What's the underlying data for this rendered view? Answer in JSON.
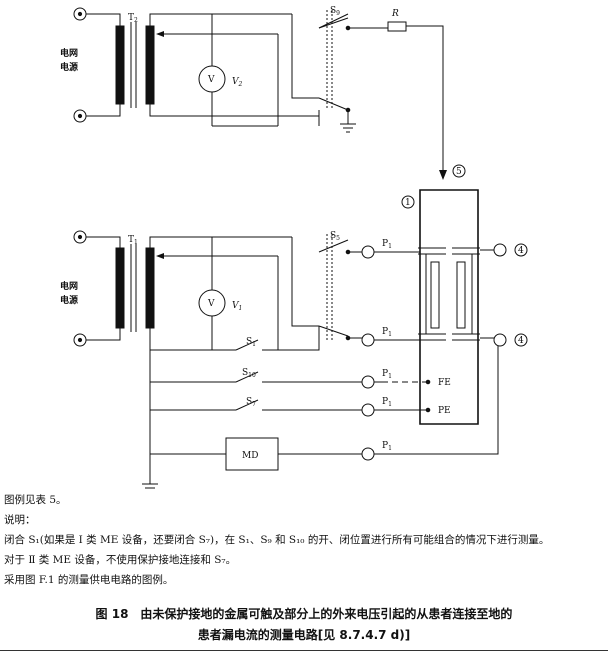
{
  "labels": {
    "t2": "T",
    "t2_sub": "2",
    "t1": "T",
    "t1_sub": "1",
    "v2": "V",
    "v2_sub": "2",
    "v1": "V",
    "v1_sub": "1",
    "meter": "V",
    "s9": "S",
    "s9_sub": "9",
    "s5": "S",
    "s5_sub": "5",
    "s1": "S",
    "s1_sub": "1",
    "s10": "S",
    "s10_sub": "10",
    "s7": "S",
    "s7_sub": "7",
    "r": "R",
    "p1": "P",
    "p1_sub": "1",
    "fe": "FE",
    "pe": "PE",
    "md": "MD",
    "grid_line1": "电网",
    "grid_line2": "电源",
    "marker_1": "1",
    "marker_4": "4",
    "marker_5": "5"
  },
  "notes": {
    "legend": "图例见表 5。",
    "explain": "说明：",
    "line1": "闭合 S₁(如果是 Ⅰ 类 ME 设备，还要闭合 S₇)，在 S₁、S₉ 和 S₁₀ 的开、闭位置进行所有可能组合的情况下进行测量。",
    "line2": "对于 Ⅱ 类 ME 设备，不使用保护接地连接和 S₇。",
    "line3": "采用图 F.1 的测量供电电路的图例。"
  },
  "caption": {
    "line1": "图 18　由未保护接地的金属可触及部分上的外来电压引起的从患者连接至地的",
    "line2": "患者漏电流的测量电路[见 8.7.4.7 d)]"
  }
}
